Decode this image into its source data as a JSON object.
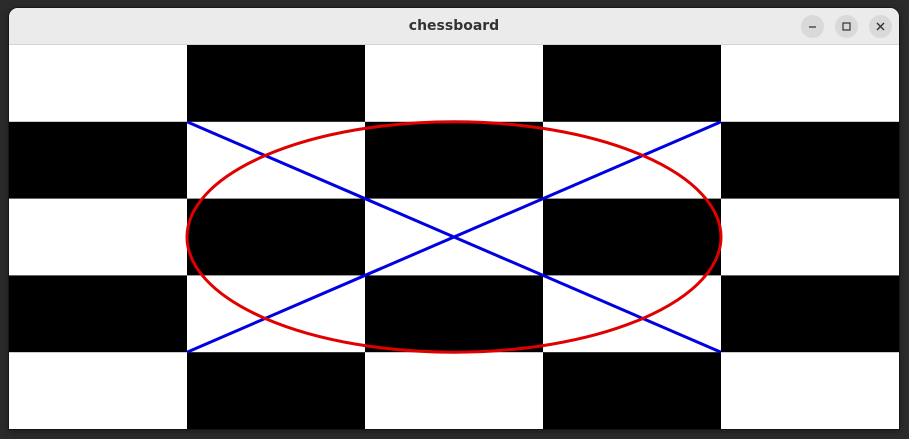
{
  "window": {
    "title": "chessboard",
    "controls": [
      {
        "name": "minimize",
        "icon": "minimize-icon"
      },
      {
        "name": "maximize",
        "icon": "maximize-icon"
      },
      {
        "name": "close",
        "icon": "close-icon"
      }
    ]
  },
  "board": {
    "rows": 5,
    "cols": 5,
    "first_square": "white",
    "colors": {
      "light": "#ffffff",
      "dark": "#000000",
      "ellipse": "#e00000",
      "lines": "#0000e0",
      "titlebar": "#ebebeb"
    },
    "overlay": {
      "region": {
        "col_start": 1,
        "col_end": 4,
        "row_start": 1,
        "row_end": 4
      },
      "ellipse": true,
      "diagonals": true
    }
  }
}
